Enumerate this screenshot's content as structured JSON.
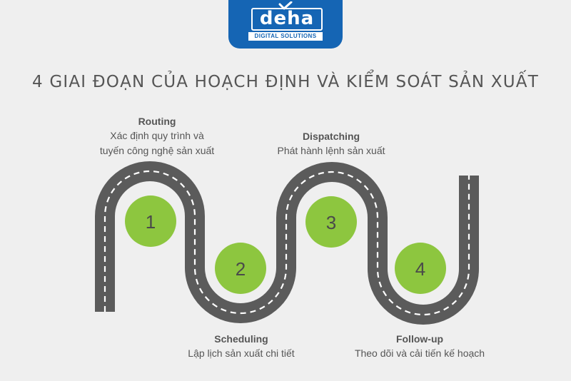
{
  "logo": {
    "brand": "deha",
    "subtitle": "DIGITAL SOLUTIONS"
  },
  "title": "4 GIAI ĐOẠN CỦA HOẠCH ĐỊNH VÀ KIỂM SOÁT SẢN XUẤT",
  "stages": [
    {
      "number": "1",
      "name": "Routing",
      "desc_line1": "Xác định quy trình và",
      "desc_line2": "tuyến công nghệ sản xuất"
    },
    {
      "number": "2",
      "name": "Scheduling",
      "desc_line1": "Lập lịch sản xuất chi tiết"
    },
    {
      "number": "3",
      "name": "Dispatching",
      "desc_line1": "Phát hành lệnh sản xuất"
    },
    {
      "number": "4",
      "name": "Follow-up",
      "desc_line1": "Theo dõi và cải tiến kế hoạch"
    }
  ],
  "colors": {
    "road": "#5b5b5b",
    "dash": "#ffffff",
    "circle": "#8dc63f",
    "brand": "#1565b4"
  }
}
